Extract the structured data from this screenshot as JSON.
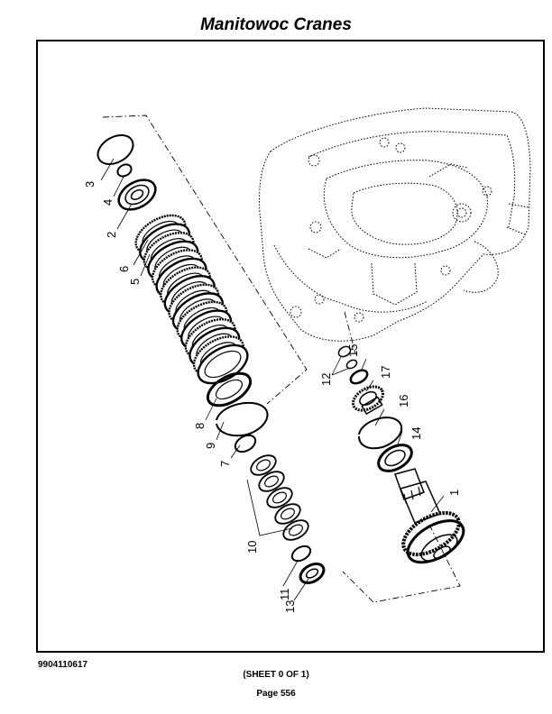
{
  "header": {
    "title": "Manitowoc Cranes"
  },
  "diagram": {
    "callouts": [
      "1",
      "2",
      "3",
      "4",
      "5",
      "6",
      "7",
      "8",
      "9",
      "10",
      "11",
      "12",
      "13",
      "14",
      "15",
      "16",
      "17"
    ]
  },
  "footer": {
    "doc_number": "9904110617",
    "sheet": "(SHEET 0 OF 1)",
    "page": "Page 556"
  }
}
